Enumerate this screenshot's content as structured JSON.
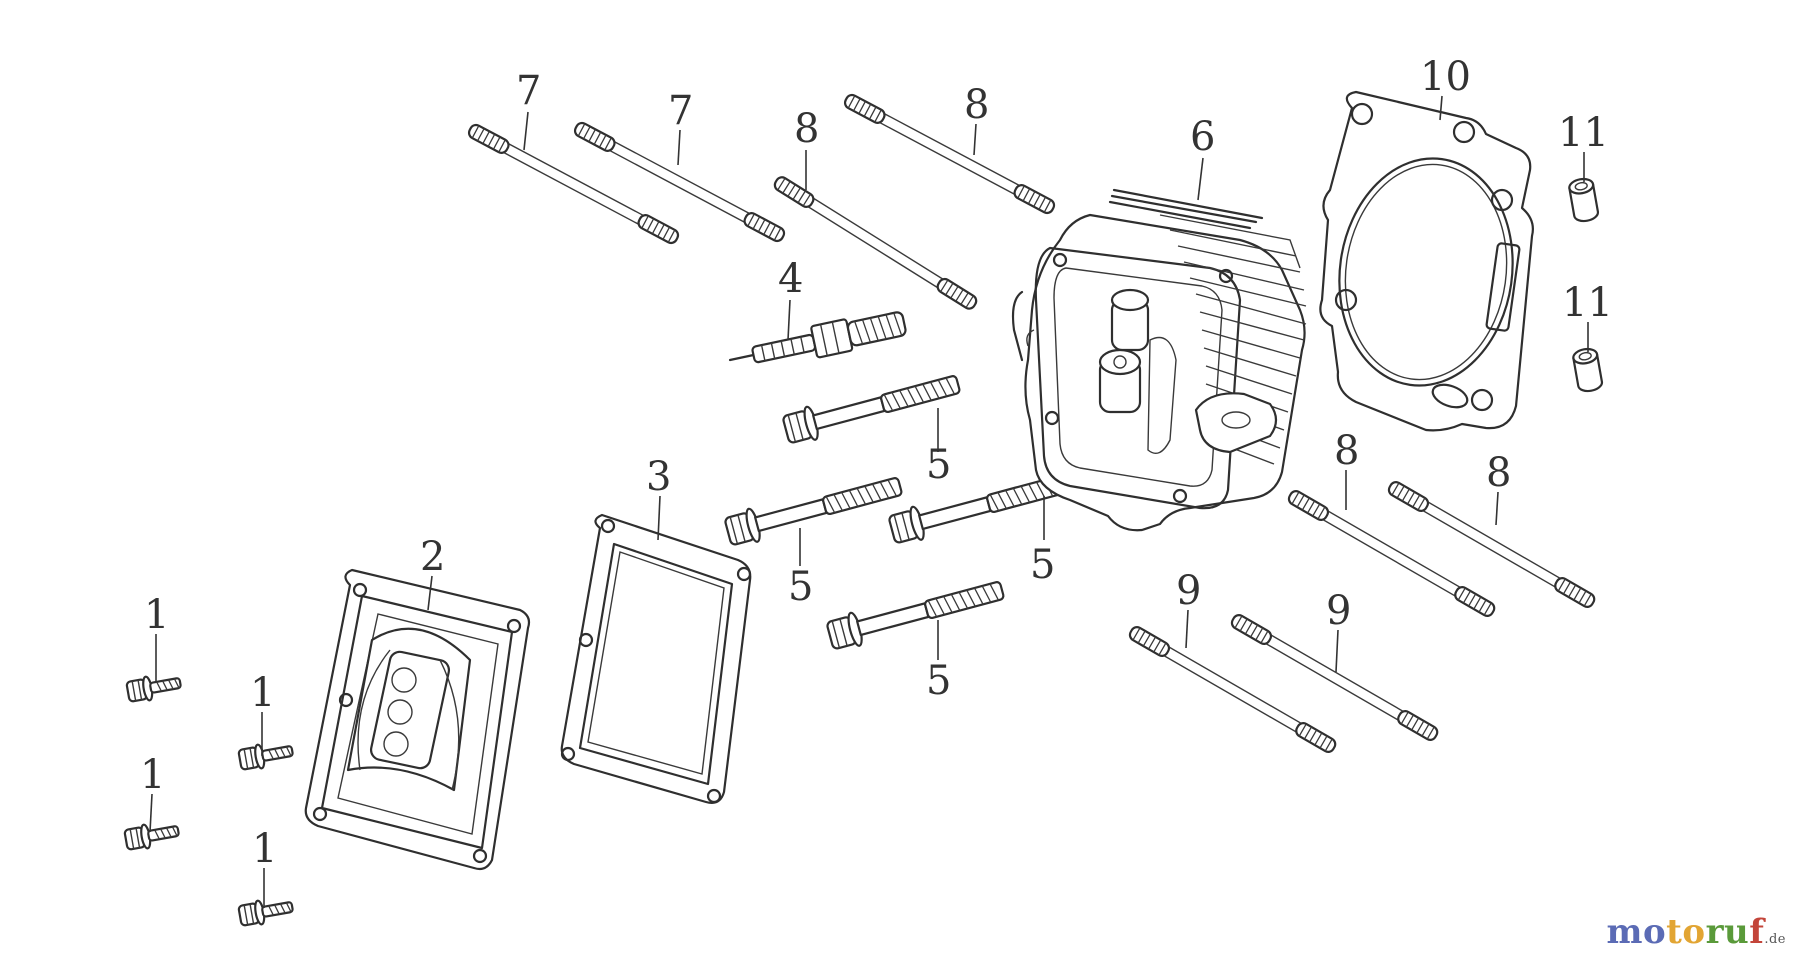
{
  "diagram": {
    "callouts": [
      {
        "id": "c1a",
        "label": "1"
      },
      {
        "id": "c1b",
        "label": "1"
      },
      {
        "id": "c1c",
        "label": "1"
      },
      {
        "id": "c1d",
        "label": "1"
      },
      {
        "id": "c2",
        "label": "2"
      },
      {
        "id": "c3",
        "label": "3"
      },
      {
        "id": "c4",
        "label": "4"
      },
      {
        "id": "c5a",
        "label": "5"
      },
      {
        "id": "c5b",
        "label": "5"
      },
      {
        "id": "c5c",
        "label": "5"
      },
      {
        "id": "c5d",
        "label": "5"
      },
      {
        "id": "c6",
        "label": "6"
      },
      {
        "id": "c7a",
        "label": "7"
      },
      {
        "id": "c7b",
        "label": "7"
      },
      {
        "id": "c8a",
        "label": "8"
      },
      {
        "id": "c8b",
        "label": "8"
      },
      {
        "id": "c8c",
        "label": "8"
      },
      {
        "id": "c8d",
        "label": "8"
      },
      {
        "id": "c9a",
        "label": "9"
      },
      {
        "id": "c9b",
        "label": "9"
      },
      {
        "id": "c10",
        "label": "10"
      },
      {
        "id": "c11a",
        "label": "11"
      },
      {
        "id": "c11b",
        "label": "11"
      }
    ]
  },
  "watermark": {
    "part1": "mo",
    "part2": "to",
    "part3": "ru",
    "part4": "f",
    "tld": ".de",
    "colors": {
      "part1": "#5b6bb5",
      "part2": "#e2a533",
      "part3": "#5a9a3a",
      "part4": "#c3453a"
    }
  }
}
